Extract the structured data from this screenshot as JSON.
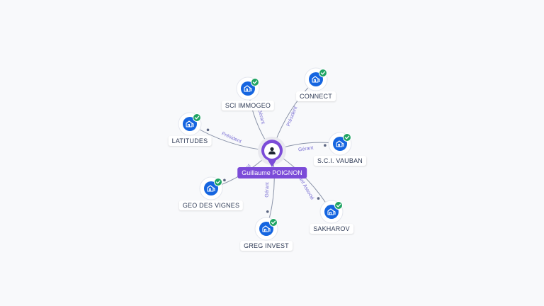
{
  "center": {
    "name": "Guillaume POIGNON",
    "icon": "person-icon",
    "color": "#7b4bd8"
  },
  "colors": {
    "company_icon": "#1565e0",
    "check": "#1fa463",
    "edge": "#8a93a8",
    "relation_text": "#7a6fd4"
  },
  "companies": [
    {
      "name": "SCI IMMOGEO",
      "relation": "Gérant",
      "icon": "building-icon",
      "status": "check-icon"
    },
    {
      "name": "CONNECT",
      "relation": "Président",
      "icon": "building-icon",
      "status": "check-icon"
    },
    {
      "name": "LATITUDES",
      "relation": "Président",
      "icon": "building-icon",
      "status": "check-icon"
    },
    {
      "name": "S.C.I. VAUBAN",
      "relation": "Gérant",
      "icon": "building-icon",
      "status": "check-icon"
    },
    {
      "name": "GEO DES VIGNES",
      "relation": "Gérant",
      "icon": "building-icon",
      "status": "check-icon"
    },
    {
      "name": "SAKHAROV",
      "relation": "Gérant Associé",
      "icon": "building-icon",
      "status": "check-icon"
    },
    {
      "name": "GREG INVEST",
      "relation": "Gérant",
      "icon": "building-icon",
      "status": "check-icon"
    }
  ]
}
